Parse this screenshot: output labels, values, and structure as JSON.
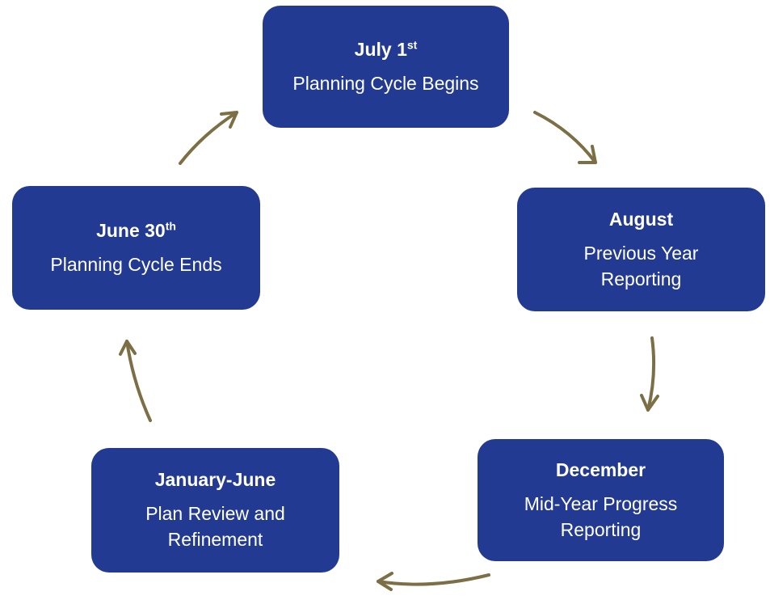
{
  "colors": {
    "node_fill": "#233a93",
    "node_text": "#ffffff",
    "arrow": "#7d6f45",
    "background": "#ffffff"
  },
  "nodes": {
    "july": {
      "title_main": "July 1",
      "title_sup": "st",
      "desc": "Planning Cycle Begins"
    },
    "august": {
      "title_main": "August",
      "title_sup": "",
      "desc": "Previous Year\nReporting"
    },
    "december": {
      "title_main": "December",
      "title_sup": "",
      "desc": "Mid-Year Progress\nReporting"
    },
    "january": {
      "title_main": "January-June",
      "title_sup": "",
      "desc": "Plan Review and\nRefinement"
    },
    "june": {
      "title_main": "June 30",
      "title_sup": "th",
      "desc": "Planning Cycle Ends"
    }
  },
  "arrows": [
    {
      "from": "july",
      "to": "august"
    },
    {
      "from": "august",
      "to": "december"
    },
    {
      "from": "december",
      "to": "january"
    },
    {
      "from": "january",
      "to": "june"
    },
    {
      "from": "june",
      "to": "july"
    }
  ]
}
